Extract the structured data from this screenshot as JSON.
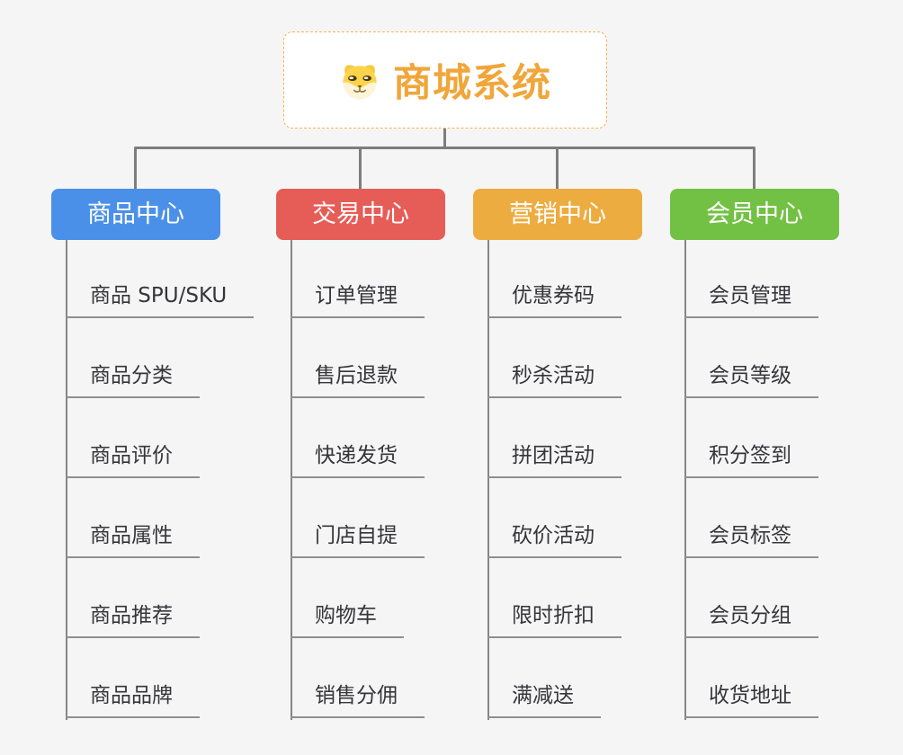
{
  "root": {
    "title": "商城系统",
    "icon": "dog-face-icon"
  },
  "colors": {
    "background": "#f5f5f5",
    "connector": "#7d7d7d",
    "underline": "#8f8f8f",
    "vertical_line": "#868686",
    "root_border": "#f2b254",
    "root_title": "#f0a63a",
    "branch_text": "#ffffff",
    "child_text": "#35353a"
  },
  "branches": [
    {
      "label": "商品中心",
      "color": "#4b90e8",
      "items": [
        "商品 SPU/SKU",
        "商品分类",
        "商品评价",
        "商品属性",
        "商品推荐",
        "商品品牌"
      ]
    },
    {
      "label": "交易中心",
      "color": "#e65d58",
      "items": [
        "订单管理",
        "售后退款",
        "快递发货",
        "门店自提",
        "购物车",
        "销售分佣"
      ]
    },
    {
      "label": "营销中心",
      "color": "#edac40",
      "items": [
        "优惠券码",
        "秒杀活动",
        "拼团活动",
        "砍价活动",
        "限时折扣",
        "满减送"
      ]
    },
    {
      "label": "会员中心",
      "color": "#73c144",
      "items": [
        "会员管理",
        "会员等级",
        "积分签到",
        "会员标签",
        "会员分组",
        "收货地址"
      ]
    }
  ]
}
